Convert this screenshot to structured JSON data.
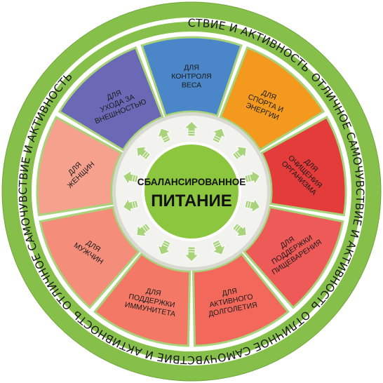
{
  "ring": {
    "label": "ОТЛИЧНОЕ САМОЧУВСТВИЕ И АКТИВНОСТЬ",
    "color": "#86c04a",
    "repeat": 4
  },
  "center": {
    "line1": "СБАЛАНСИРОВАННОЕ",
    "line2": "ПИТАНИЕ",
    "color": "#8cc63f"
  },
  "arrow_color": "#a9d37a",
  "segments": [
    {
      "lines": [
        "ДЛЯ",
        "КОНТРОЛЯ",
        "ВЕСА"
      ],
      "color": "#4a86c8"
    },
    {
      "lines": [
        "ДЛЯ",
        "СПОРТА И",
        "ЭНЕРГИИ"
      ],
      "color": "#f39a1e"
    },
    {
      "lines": [
        "ДЛЯ",
        "ОЧИЩЕНИЯ",
        "ОРГАНИЗМА"
      ],
      "color": "#e43b3b"
    },
    {
      "lines": [
        "ДЛЯ",
        "ПОДДЕРЖКИ",
        "ПИЩЕВАРЕНИЯ"
      ],
      "color": "#ee5a57"
    },
    {
      "lines": [
        "ДЛЯ",
        "АКТИВНОГО",
        "ДОЛГОЛЕТИЯ"
      ],
      "color": "#f2695b"
    },
    {
      "lines": [
        "ДЛЯ",
        "ПОДДЕРЖКИ",
        "ИММУНИТЕТА"
      ],
      "color": "#f37866"
    },
    {
      "lines": [
        "ДЛЯ",
        "МУЖЧИН"
      ],
      "color": "#f48d7a"
    },
    {
      "lines": [
        "ДЛЯ",
        "ЖЕНЩИН"
      ],
      "color": "#f6a08e"
    },
    {
      "lines": [
        "ДЛЯ",
        "УХОДА ЗА",
        "ВНЕШНОСТЬЮ"
      ],
      "color": "#6b69b5"
    }
  ]
}
